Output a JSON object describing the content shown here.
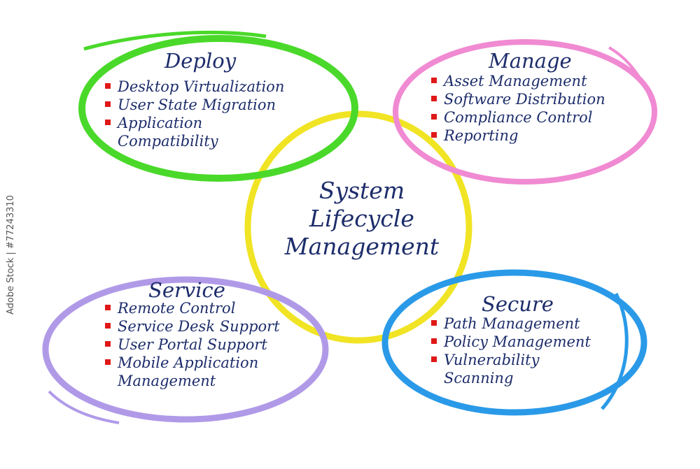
{
  "title": [
    "System",
    "Lifecycle",
    "Management"
  ],
  "colors": {
    "deploy": "#4ad92a",
    "manage": "#f08ad2",
    "center": "#f0e424",
    "service": "#b09ae8",
    "secure": "#2a9ae8",
    "text": "#1d2d6b",
    "bullet": "#e01818"
  },
  "sections": {
    "deploy": {
      "heading": "Deploy",
      "items": [
        "Desktop Virtualization",
        "User State Migration",
        "Application",
        "Compatibility"
      ]
    },
    "manage": {
      "heading": "Manage",
      "items": [
        "Asset Management",
        "Software Distribution",
        "Compliance Control",
        "Reporting"
      ]
    },
    "service": {
      "heading": "Service",
      "items": [
        "Remote Control",
        "Service Desk Support",
        "User Portal Support",
        "Mobile Application",
        "Management"
      ]
    },
    "secure": {
      "heading": "Secure",
      "items": [
        "Path Management",
        "Policy Management",
        "Vulnerability",
        "Scanning"
      ]
    }
  },
  "watermark": "Adobe Stock | #77243310"
}
